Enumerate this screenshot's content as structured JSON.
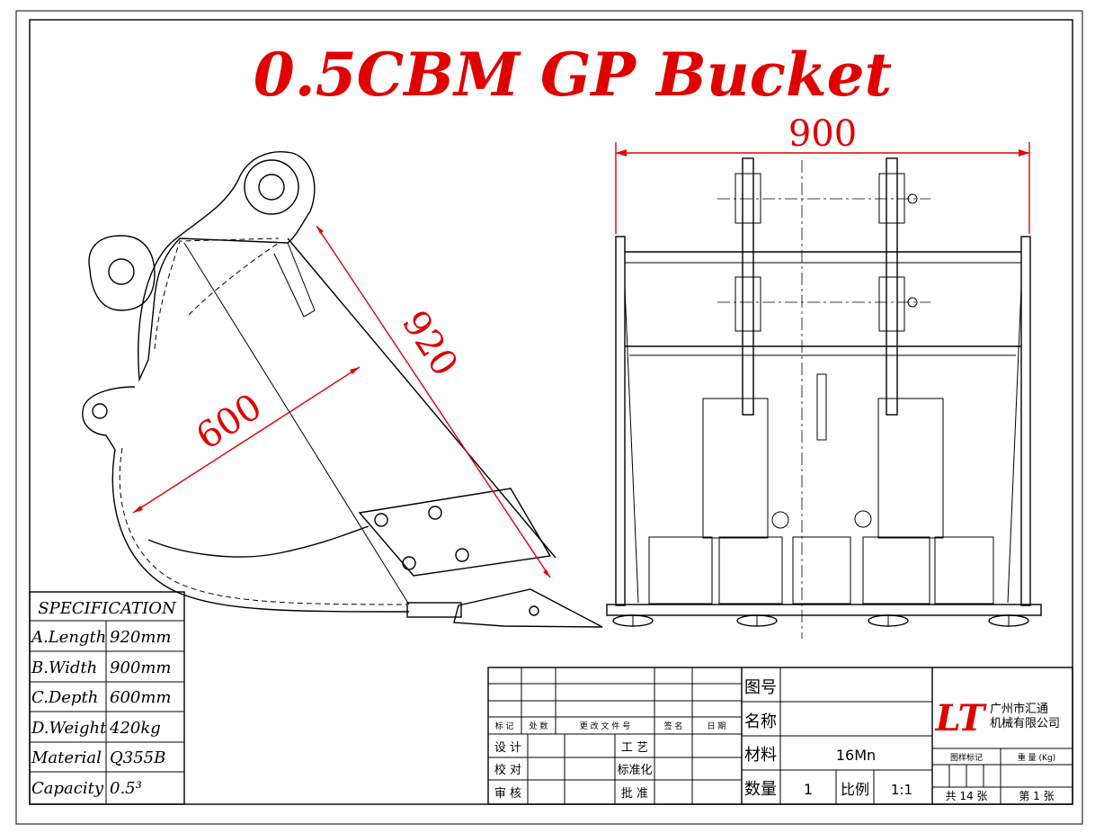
{
  "title": "0.5CBM GP Bucket",
  "dimensions": {
    "side_length": "920",
    "side_depth": "600",
    "front_width": "900"
  },
  "specification": {
    "header": "SPECIFICATION",
    "rows": [
      {
        "label": "A.Length",
        "value": "920mm"
      },
      {
        "label": "B.Width",
        "value": "900mm"
      },
      {
        "label": "C.Depth",
        "value": "600mm"
      },
      {
        "label": "D.Weight",
        "value": "420kg"
      },
      {
        "label": "Material",
        "value": "Q355B"
      },
      {
        "label": "Capacity",
        "value": "0.5³"
      }
    ]
  },
  "title_block": {
    "col_labels": [
      "标 记",
      "处 数",
      "更 改 文 件 号",
      "签  名",
      "日  期"
    ],
    "sign_left": [
      "设  计",
      "校  对",
      "审  核"
    ],
    "sign_right": [
      "工  艺",
      "标准化",
      "批  准"
    ],
    "drawing_no_label": "图号",
    "name_label": "名称",
    "material_label": "材料",
    "material_value": "16Mn",
    "quantity_label": "数量",
    "quantity_value": "1",
    "scale_label": "比例",
    "scale_value": "1:1",
    "stage_label": "图样标记",
    "weight_label": "重 量 (Kg)",
    "total_sheets": "共  14  张",
    "sheet_no": "第  1  张",
    "logo_text": "LT",
    "company_line1": "广州市汇通",
    "company_line2": "机械有限公司"
  },
  "colors": {
    "dimension": "#e00000",
    "title": "#e00000",
    "linework": "#000000"
  }
}
